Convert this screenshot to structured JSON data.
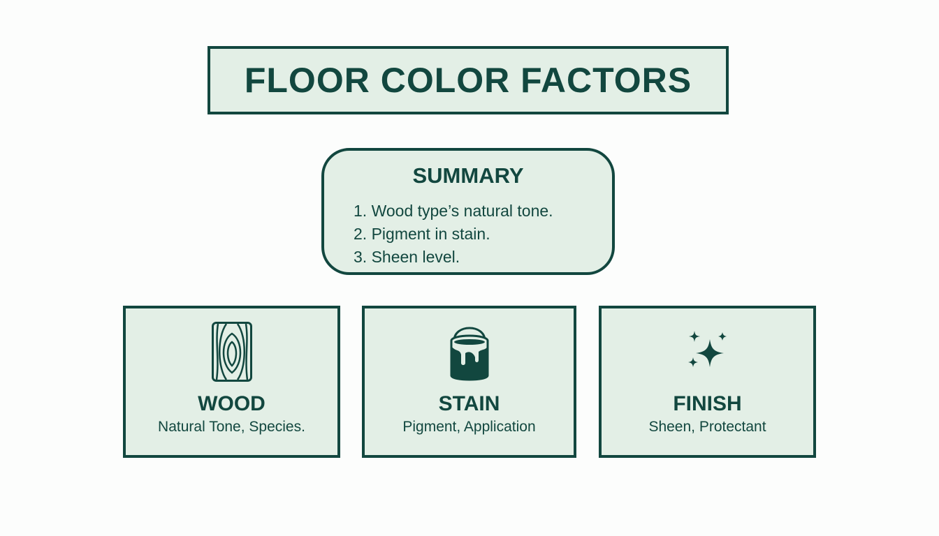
{
  "title": "FLOOR COLOR FACTORS",
  "summary": {
    "heading": "SUMMARY",
    "items": [
      "1. Wood type’s natural tone.",
      "2. Pigment in stain.",
      "3. Sheen level."
    ]
  },
  "cards": [
    {
      "icon": "wood-grain-icon",
      "title": "WOOD",
      "subtitle": "Natural Tone, Species."
    },
    {
      "icon": "paint-can-icon",
      "title": "STAIN",
      "subtitle": "Pigment, Application"
    },
    {
      "icon": "sparkle-icon",
      "title": "FINISH",
      "subtitle": "Sheen, Protectant"
    }
  ],
  "colors": {
    "primary": "#12473f",
    "fill": "#e3efe6",
    "background": "#fcfdfc"
  }
}
